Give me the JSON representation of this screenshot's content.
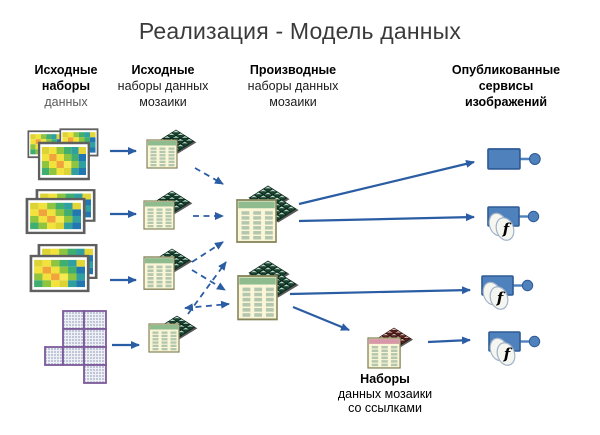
{
  "title": "Реализация - Модель данных",
  "column_headers": [
    {
      "id": "source-raster-datasets",
      "line1": "Исходные",
      "line2": "наборы",
      "line3": "данных"
    },
    {
      "id": "source-mosaic-datasets",
      "line1": "Исходные",
      "line2": "наборы данных",
      "line3": "мозаики"
    },
    {
      "id": "derived-mosaic-datasets",
      "line1": "Производные",
      "line2": "наборы данных",
      "line3": "мозаики"
    },
    {
      "id": "published-image-services",
      "line1": "Опубликованные",
      "line2": "сервисы",
      "line3": "изображений"
    }
  ],
  "bottom_label": {
    "line1": "Наборы",
    "line2": "данных мозаики",
    "line3": "со ссылками"
  },
  "icons": {
    "raster_pair": "raster-dataset-thumbnails",
    "tiled_raster": "tiled-raster-dataset",
    "mosaic_dataset": "mosaic-dataset-icon",
    "derived_mosaic_dataset": "derived-mosaic-dataset-icon",
    "referenced_mosaic_dataset": "referenced-mosaic-dataset-icon",
    "image_service": "image-service-icon",
    "function_glyph": "f"
  },
  "nodes": [
    "raster-group-1",
    "raster-group-2",
    "raster-group-3",
    "tiled-raster-group",
    "source-mosaic-1",
    "source-mosaic-2",
    "source-mosaic-3",
    "source-mosaic-4",
    "derived-mosaic-1",
    "derived-mosaic-2",
    "referenced-mosaic",
    "service-1",
    "service-2-function",
    "service-3-function",
    "service-4-function"
  ],
  "flows": [
    {
      "from": "raster-group-1",
      "to": "source-mosaic-1",
      "style": "solid"
    },
    {
      "from": "raster-group-2",
      "to": "source-mosaic-2",
      "style": "solid"
    },
    {
      "from": "raster-group-3",
      "to": "source-mosaic-3",
      "style": "solid"
    },
    {
      "from": "tiled-raster-group",
      "to": "source-mosaic-4",
      "style": "solid"
    },
    {
      "from": "source-mosaic-1",
      "to": "derived-mosaic-1",
      "style": "dashed"
    },
    {
      "from": "source-mosaic-2",
      "to": "derived-mosaic-1",
      "style": "dashed"
    },
    {
      "from": "source-mosaic-3",
      "to": "derived-mosaic-1",
      "style": "dashed"
    },
    {
      "from": "source-mosaic-3",
      "to": "derived-mosaic-2",
      "style": "dashed"
    },
    {
      "from": "source-mosaic-4",
      "to": "derived-mosaic-1",
      "style": "dashed"
    },
    {
      "from": "source-mosaic-4",
      "to": "derived-mosaic-2",
      "style": "dashed-bidirectional"
    },
    {
      "from": "derived-mosaic-1",
      "to": "service-1",
      "style": "solid"
    },
    {
      "from": "derived-mosaic-1",
      "to": "service-2-function",
      "style": "solid"
    },
    {
      "from": "derived-mosaic-2",
      "to": "service-3-function",
      "style": "solid"
    },
    {
      "from": "derived-mosaic-2",
      "to": "referenced-mosaic",
      "style": "solid"
    },
    {
      "from": "referenced-mosaic",
      "to": "service-4-function",
      "style": "solid"
    }
  ],
  "colors": {
    "arrow_blue": "#2b5da4",
    "service_fill": "#4f81bd",
    "service_border": "#2e5a94",
    "mosaic_green_dark": "#16452f",
    "mosaic_green_light": "#b5ddc8",
    "referenced_maroon_dark": "#5f2320",
    "referenced_maroon_light": "#e6b9ae",
    "table_fill": "#faf6d7",
    "table_header_green": "#8fbc8f",
    "table_header_pink": "#d897a8",
    "tile_border_purple": "#7c5a9a",
    "title_text": "#3a3a3a"
  }
}
